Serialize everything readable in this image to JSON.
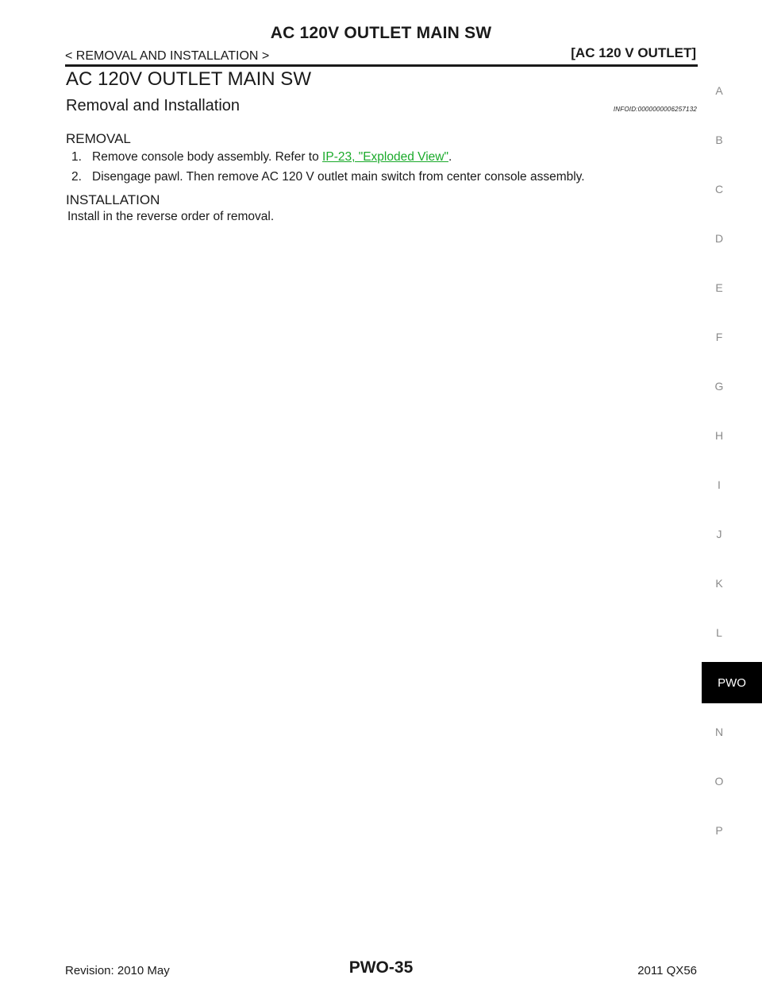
{
  "header": {
    "title": "AC 120V OUTLET MAIN SW",
    "breadcrumb": "< REMOVAL AND INSTALLATION >",
    "section": "[AC 120 V OUTLET]"
  },
  "main": {
    "page_title": "AC 120V OUTLET MAIN SW",
    "section_heading": "Removal and Installation",
    "infoid": "INFOID:0000000006257132",
    "removal": {
      "heading": "REMOVAL",
      "steps": [
        {
          "num": "1.",
          "text_before": "Remove console body assembly. Refer to ",
          "link": "IP-23, \"Exploded View\"",
          "text_after": "."
        },
        {
          "num": "2.",
          "text": "Disengage pawl. Then remove AC 120 V outlet main switch from center console assembly."
        }
      ]
    },
    "installation": {
      "heading": "INSTALLATION",
      "text": "Install in the reverse order of removal."
    }
  },
  "side_index": {
    "letters": [
      "A",
      "B",
      "C",
      "D",
      "E",
      "F",
      "G",
      "H",
      "I",
      "J",
      "K",
      "L"
    ],
    "active": "PWO",
    "letters_after": [
      "N",
      "O",
      "P"
    ]
  },
  "footer": {
    "revision": "Revision: 2010 May",
    "page": "PWO-35",
    "model": "2011 QX56"
  },
  "colors": {
    "link": "#1aaa2a",
    "active_tab_bg": "#000000",
    "index_letter": "#8a8a8a"
  }
}
